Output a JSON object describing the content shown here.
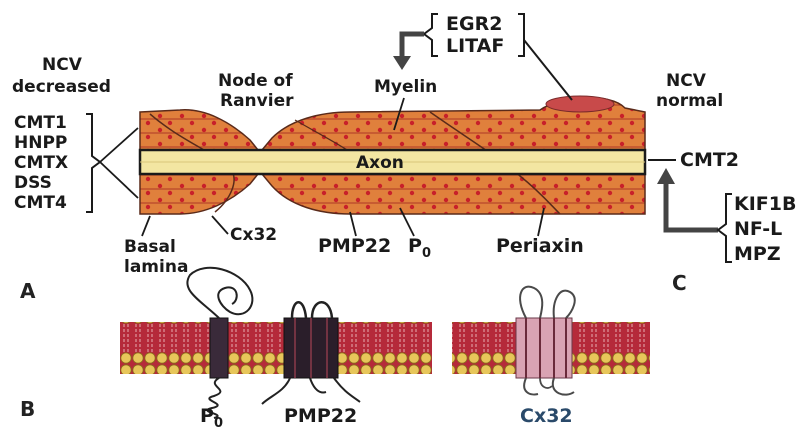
{
  "left_header": {
    "line1": "NCV",
    "line2": "decreased"
  },
  "right_header": {
    "line1": "NCV",
    "line2": "normal"
  },
  "node_label": {
    "line1": "Node of",
    "line2": "Ranvier"
  },
  "myelin_label": "Myelin",
  "axon_label": "Axon",
  "top_genes": [
    "EGR2",
    "LITAF"
  ],
  "left_genes": [
    "CMT1",
    "HNPP",
    "CMTX",
    "DSS",
    "CMT4"
  ],
  "right_gene": "CMT2",
  "right_genes": [
    "KIF1B",
    "NF-L",
    "MPZ"
  ],
  "bottom_labels": {
    "basal_line1": "Basal",
    "basal_line2": "lamina",
    "cx32": "Cx32",
    "pmp22": "PMP22",
    "p0_main": "P",
    "p0_sub": "0",
    "periaxin": "Periaxin"
  },
  "panel_labels": {
    "a": "A",
    "b": "B",
    "c": "C"
  },
  "proteins": {
    "p0_main": "P",
    "p0_sub": "0",
    "pmp22": "PMP22",
    "cx32": "Cx32"
  },
  "colors": {
    "myelin_orange": "#e0803c",
    "myelin_dark": "#b8462a",
    "red_dot": "#c8202a",
    "axon_yellow": "#f3e6a2",
    "membrane_red": "#b52a3a",
    "head_yellow": "#e7c65a",
    "cx32_text": "#2a4a6a"
  }
}
